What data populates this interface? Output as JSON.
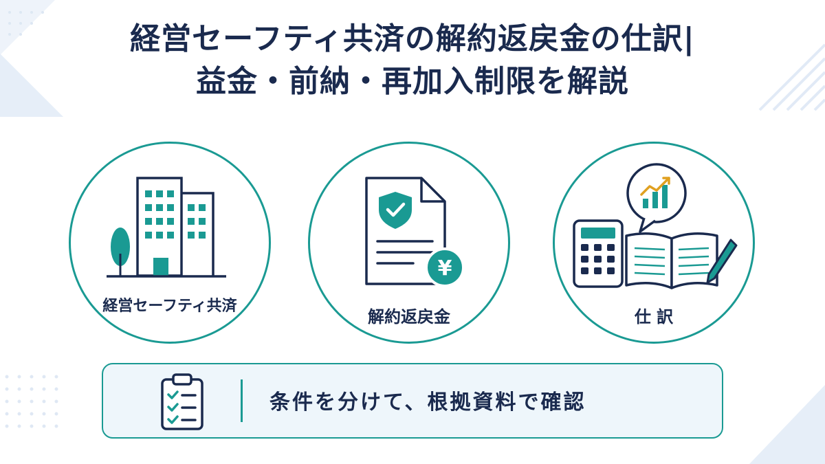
{
  "title": {
    "line1": "経営セーフティ共済の解約返戻金の仕訳|",
    "line2": "益金・前納・再加入制限を解説"
  },
  "circles": [
    {
      "label": "経営セーフティ共済",
      "icon": "office-building-icon"
    },
    {
      "label": "解約返戻金",
      "icon": "document-yen-icon"
    },
    {
      "label": "仕 訳",
      "icon": "calculator-ledger-icon"
    }
  ],
  "footer": {
    "message": "条件を分けて、根拠資料で確認",
    "icon": "clipboard-checklist-icon"
  },
  "colors": {
    "navy": "#1a2a4e",
    "teal": "#1a9a93",
    "gold": "#e0a020",
    "light_blue": "#eef6fb"
  }
}
